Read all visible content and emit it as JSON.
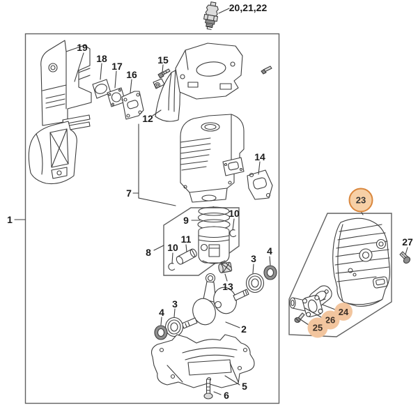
{
  "diagram": {
    "description": "Exploded-view engine parts diagram with numbered callouts; muffler group highlighted",
    "colors": {
      "line": "#3c3c3c",
      "box_border": "#606060",
      "label_text": "#1a1a1a",
      "highlight_ring_border": "#d9863c",
      "highlight_ring_fill": "#f7d0a6",
      "highlight_fill": "#f2c59e"
    },
    "highlighted_callouts": [
      "23",
      "24",
      "25",
      "26"
    ],
    "callouts": [
      {
        "text": "20,21,22",
        "highlight": "none"
      },
      {
        "text": "19",
        "highlight": "none"
      },
      {
        "text": "18",
        "highlight": "none"
      },
      {
        "text": "17",
        "highlight": "none"
      },
      {
        "text": "16",
        "highlight": "none"
      },
      {
        "text": "15",
        "highlight": "none"
      },
      {
        "text": "12",
        "highlight": "none"
      },
      {
        "text": "7",
        "highlight": "none"
      },
      {
        "text": "14",
        "highlight": "none"
      },
      {
        "text": "1",
        "highlight": "none"
      },
      {
        "text": "23",
        "highlight": "ring"
      },
      {
        "text": "27",
        "highlight": "none"
      },
      {
        "text": "9",
        "highlight": "none"
      },
      {
        "text": "10",
        "highlight": "none"
      },
      {
        "text": "8",
        "highlight": "none"
      },
      {
        "text": "10",
        "highlight": "none"
      },
      {
        "text": "11",
        "highlight": "none"
      },
      {
        "text": "3",
        "highlight": "none"
      },
      {
        "text": "4",
        "highlight": "none"
      },
      {
        "text": "13",
        "highlight": "none"
      },
      {
        "text": "3",
        "highlight": "none"
      },
      {
        "text": "4",
        "highlight": "none"
      },
      {
        "text": "2",
        "highlight": "none"
      },
      {
        "text": "24",
        "highlight": "fill"
      },
      {
        "text": "26",
        "highlight": "fill"
      },
      {
        "text": "25",
        "highlight": "fill"
      },
      {
        "text": "5",
        "highlight": "none"
      },
      {
        "text": "6",
        "highlight": "none"
      }
    ]
  }
}
